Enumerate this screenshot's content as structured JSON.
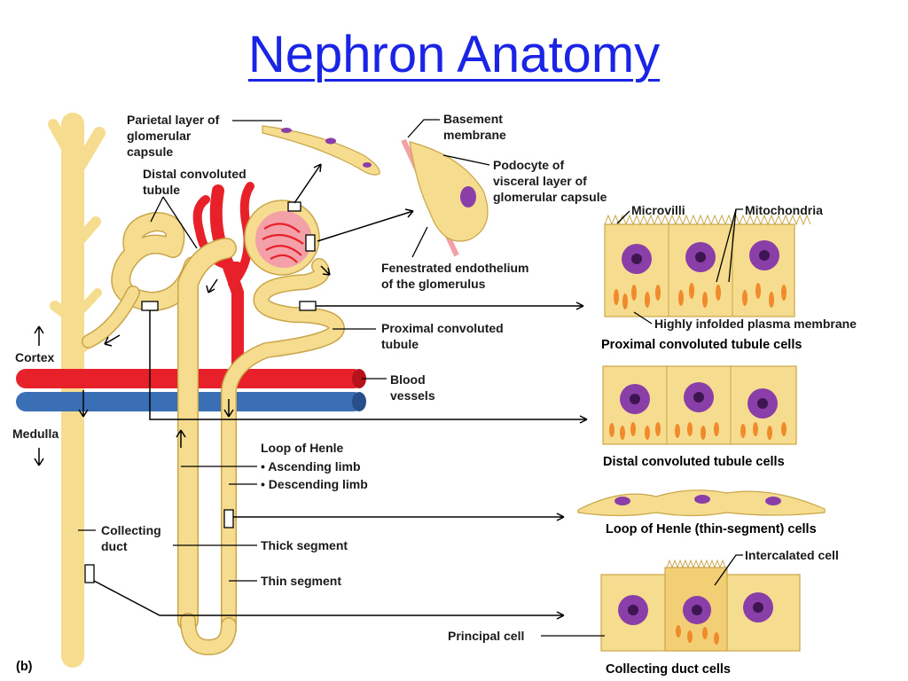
{
  "title": "Nephron Anatomy",
  "panel_letter": "(b)",
  "labels": {
    "parietal_layer": [
      "Parietal layer of",
      "glomerular",
      "capsule"
    ],
    "basement_membrane": [
      "Basement",
      "membrane"
    ],
    "podocyte": [
      "Podocyte of",
      "visceral layer of",
      "glomerular capsule"
    ],
    "distal_tubule": [
      "Distal convoluted",
      "tubule"
    ],
    "fenestrated": [
      "Fenestrated endothelium",
      "of the glomerulus"
    ],
    "microvilli": "Microvilli",
    "mitochondria": "Mitochondria",
    "infolded": "Highly infolded plasma membrane",
    "proximal_tubule": [
      "Proximal convoluted",
      "tubule"
    ],
    "cortex": "Cortex",
    "medulla": "Medulla",
    "blood_vessels": [
      "Blood",
      "vessels"
    ],
    "loop_of_henle": "Loop of Henle",
    "ascending_limb": "• Ascending limb",
    "descending_limb": "• Descending limb",
    "collecting_duct": [
      "Collecting",
      "duct"
    ],
    "thick_segment": "Thick segment",
    "thin_segment": "Thin segment",
    "intercalated_cell": "Intercalated cell",
    "principal_cell": "Principal cell"
  },
  "captions": {
    "proximal_cells": "Proximal convoluted tubule cells",
    "distal_cells": "Distal convoluted tubule cells",
    "henle_cells": "Loop of Henle (thin-segment) cells",
    "collecting_cells": "Collecting duct cells"
  },
  "colors": {
    "title": "#1a24e6",
    "tubule": "#f6dc8e",
    "artery": "#e8202a",
    "vein": "#3a6eb5",
    "nucleus": "#8a3ea8",
    "mitochondria": "#f08a2a"
  }
}
